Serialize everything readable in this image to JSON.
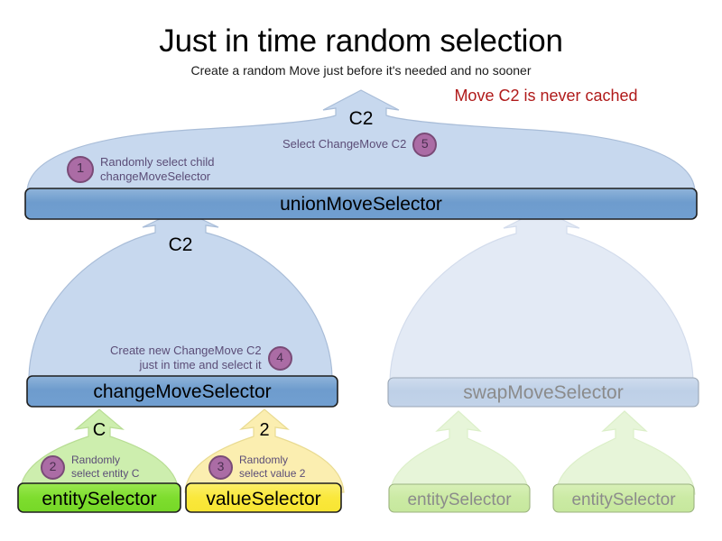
{
  "header": {
    "title": "Just in time random selection",
    "subtitle": "Create a random Move just before it's needed and no sooner",
    "note": "Move C2 is never cached",
    "note_color": "#b01a1a"
  },
  "colors": {
    "arrow_blue_fill": "#c7d8ee",
    "arrow_blue_stroke": "#a9bdd8",
    "arrow_blue_faded_fill": "#e3eaf5",
    "bar_blue_fill": "#6f9fd0",
    "bar_blue_stroke": "#2b2b2b",
    "bar_blue_faded_fill": "#bfd1e8",
    "arrow_green_fill": "#cdeeae",
    "arrow_green_faded_fill": "#e7f5d9",
    "arrow_yellow_fill": "#fbeeb0",
    "box_green_fill": "#7fdd30",
    "box_green_faded_fill": "#cbeaa4",
    "box_yellow_fill": "#fae83c",
    "bullet_fill": "#ab6ca5",
    "bullet_stroke": "#7a4b77",
    "callout_text": "#5b4d77",
    "faded_text": "#8b8b8b"
  },
  "nodes": {
    "union_move_selector": {
      "label": "unionMoveSelector",
      "faded": false
    },
    "change_move_selector": {
      "label": "changeMoveSelector",
      "faded": false
    },
    "swap_move_selector": {
      "label": "swapMoveSelector",
      "faded": true
    },
    "entity_selector_change": {
      "label": "entitySelector",
      "faded": false
    },
    "value_selector_change": {
      "label": "valueSelector",
      "faded": false
    },
    "entity_selector_swap_left": {
      "label": "entitySelector",
      "faded": true
    },
    "entity_selector_swap_right": {
      "label": "entitySelector",
      "faded": true
    }
  },
  "move_labels": {
    "top_arrow": "C2",
    "change_arrow": "C2",
    "entity_arrow": "C",
    "value_arrow": "2"
  },
  "callouts": [
    {
      "number": "1",
      "text": "Randomly select child\nchangeMoveSelector",
      "align": "left"
    },
    {
      "number": "5",
      "text": "Select ChangeMove C2",
      "align": "right"
    },
    {
      "number": "4",
      "text": "Create new ChangeMove C2\njust in time and select it",
      "align": "right"
    },
    {
      "number": "2",
      "text": "Randomly\nselect entity C",
      "align": "left"
    },
    {
      "number": "3",
      "text": "Randomly\nselect value 2",
      "align": "left"
    }
  ]
}
